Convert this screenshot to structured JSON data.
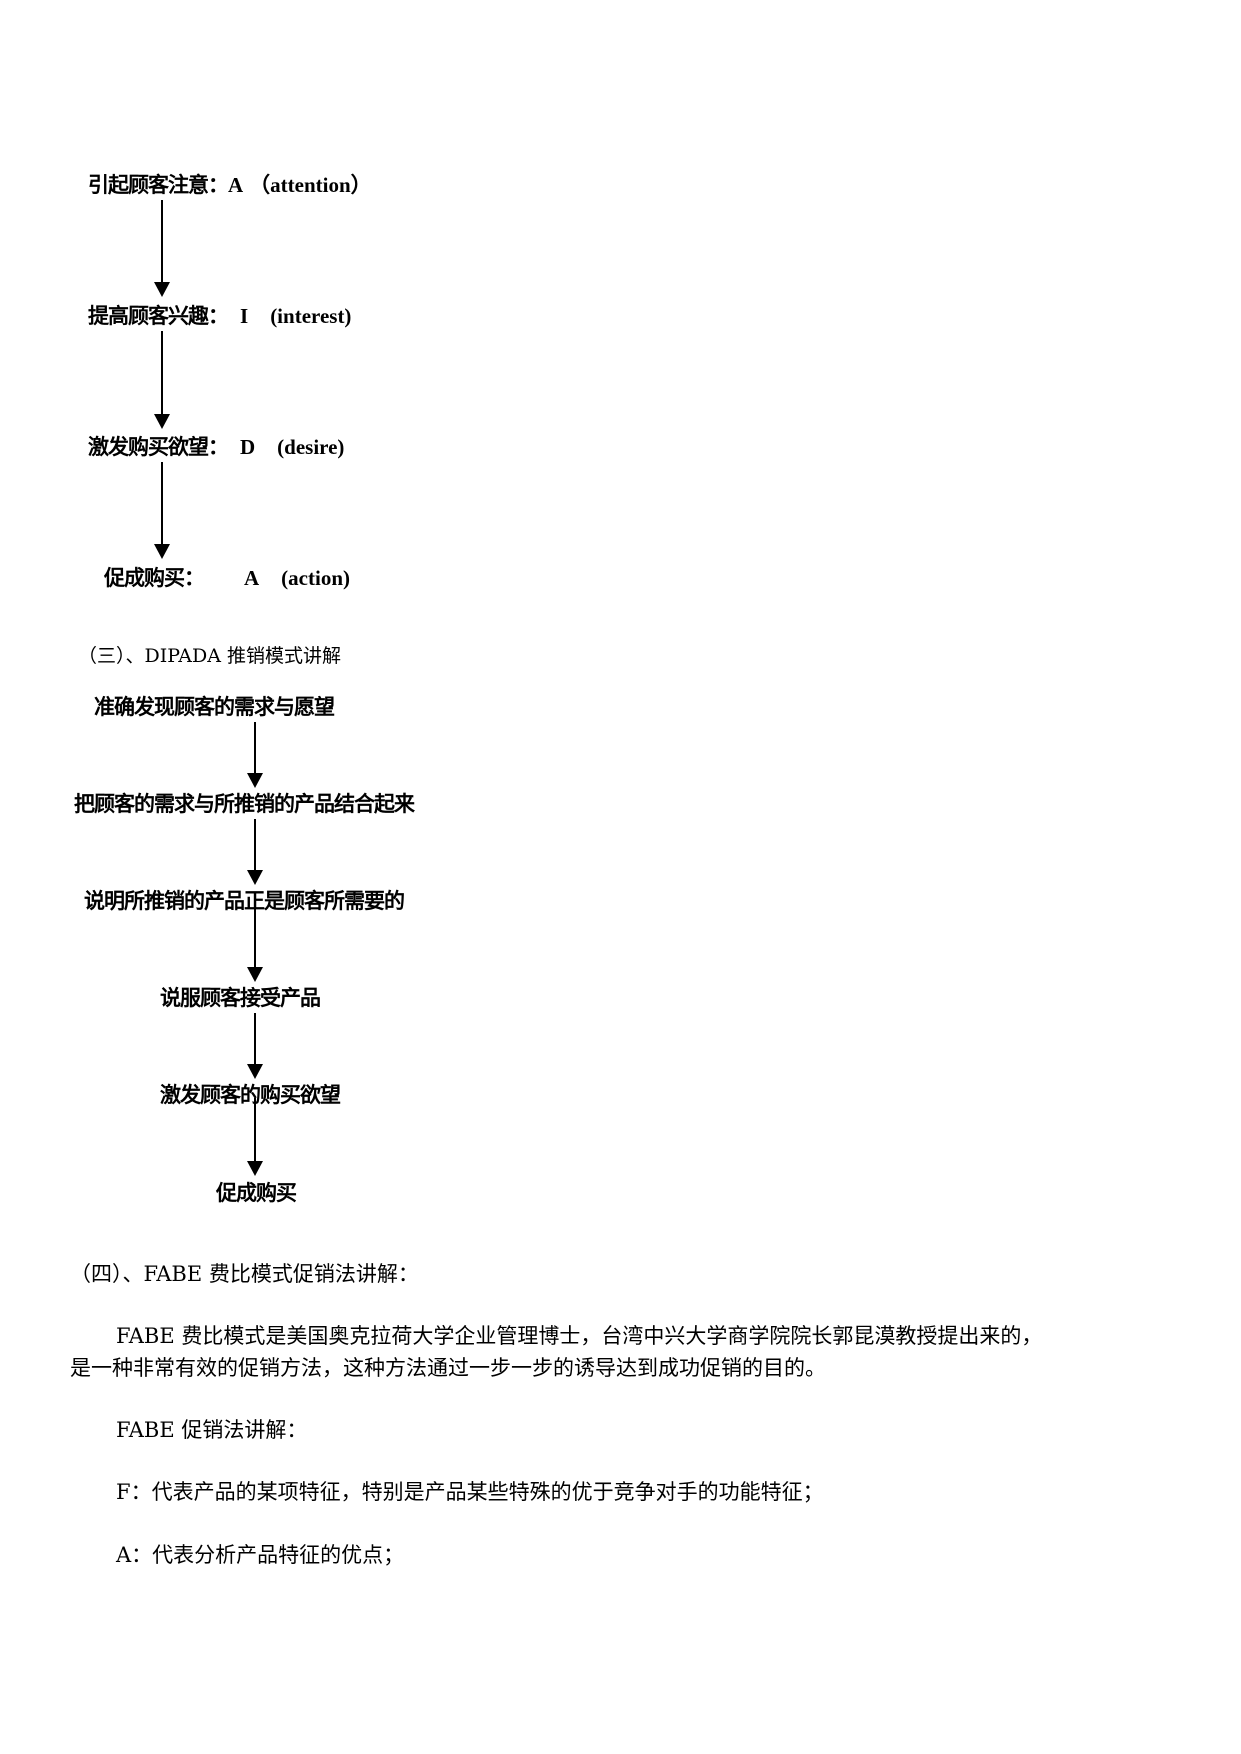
{
  "aida_flow": {
    "steps": [
      {
        "label": "引起顾客注意：",
        "letter": "A",
        "term": "（attention）"
      },
      {
        "label": "提高顾客兴趣：",
        "letter": "I",
        "term": "(interest)"
      },
      {
        "label": "激发购买欲望：",
        "letter": "D",
        "term": "(desire)"
      },
      {
        "label": "促成购买：",
        "letter": "A",
        "term": "(action)"
      }
    ]
  },
  "dipada_heading": "（三）、DIPADA 推销模式讲解",
  "dipada_flow": {
    "steps": [
      "准确发现顾客的需求与愿望",
      "把顾客的需求与所推销的产品结合起来",
      "说明所推销的产品正是顾客所需要的",
      "说服顾客接受产品",
      "激发顾客的购买欲望",
      "促成购买"
    ]
  },
  "fabe_heading": "（四）、FABE 费比模式促销法讲解：",
  "fabe_intro_line1": "FABE 费比模式是美国奥克拉荷大学企业管理博士，台湾中兴大学商学院院长郭昆漠教授提出来的，",
  "fabe_intro_line2": "是一种非常有效的促销方法，这种方法通过一步一步的诱导达到成功促销的目的。",
  "fabe_method_heading": "FABE 促销法讲解：",
  "fabe_f": "F：代表产品的某项特征，特别是产品某些特殊的优于竞争对手的功能特征；",
  "fabe_a": "A：代表分析产品特征的优点；"
}
